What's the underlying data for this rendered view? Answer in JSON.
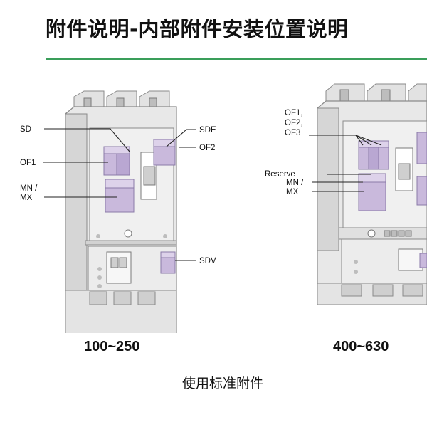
{
  "page": {
    "title": "附件说明-内部附件安装位置说明",
    "accent_color": "#3a9e5a",
    "subtitle": "使用标准附件"
  },
  "breaker_left": {
    "caption": "100~250",
    "labels": {
      "sd": "SD",
      "sde": "SDE",
      "of2": "OF2",
      "of1": "OF1",
      "mn": "MN /",
      "mx": "MX",
      "sdv": "SDV"
    }
  },
  "breaker_right": {
    "caption": "400~630",
    "labels": {
      "of1": "OF1,",
      "of2": "OF2,",
      "of3": "OF3",
      "reserve": "Reserve",
      "mn": "MN /",
      "mx": "MX"
    }
  },
  "colors": {
    "accessory": "#c9b9dc",
    "accessory_dark": "#a898c4",
    "body": "#e6e6e6",
    "body_shade": "#cfcfcf",
    "outline": "#8a8a8a"
  }
}
